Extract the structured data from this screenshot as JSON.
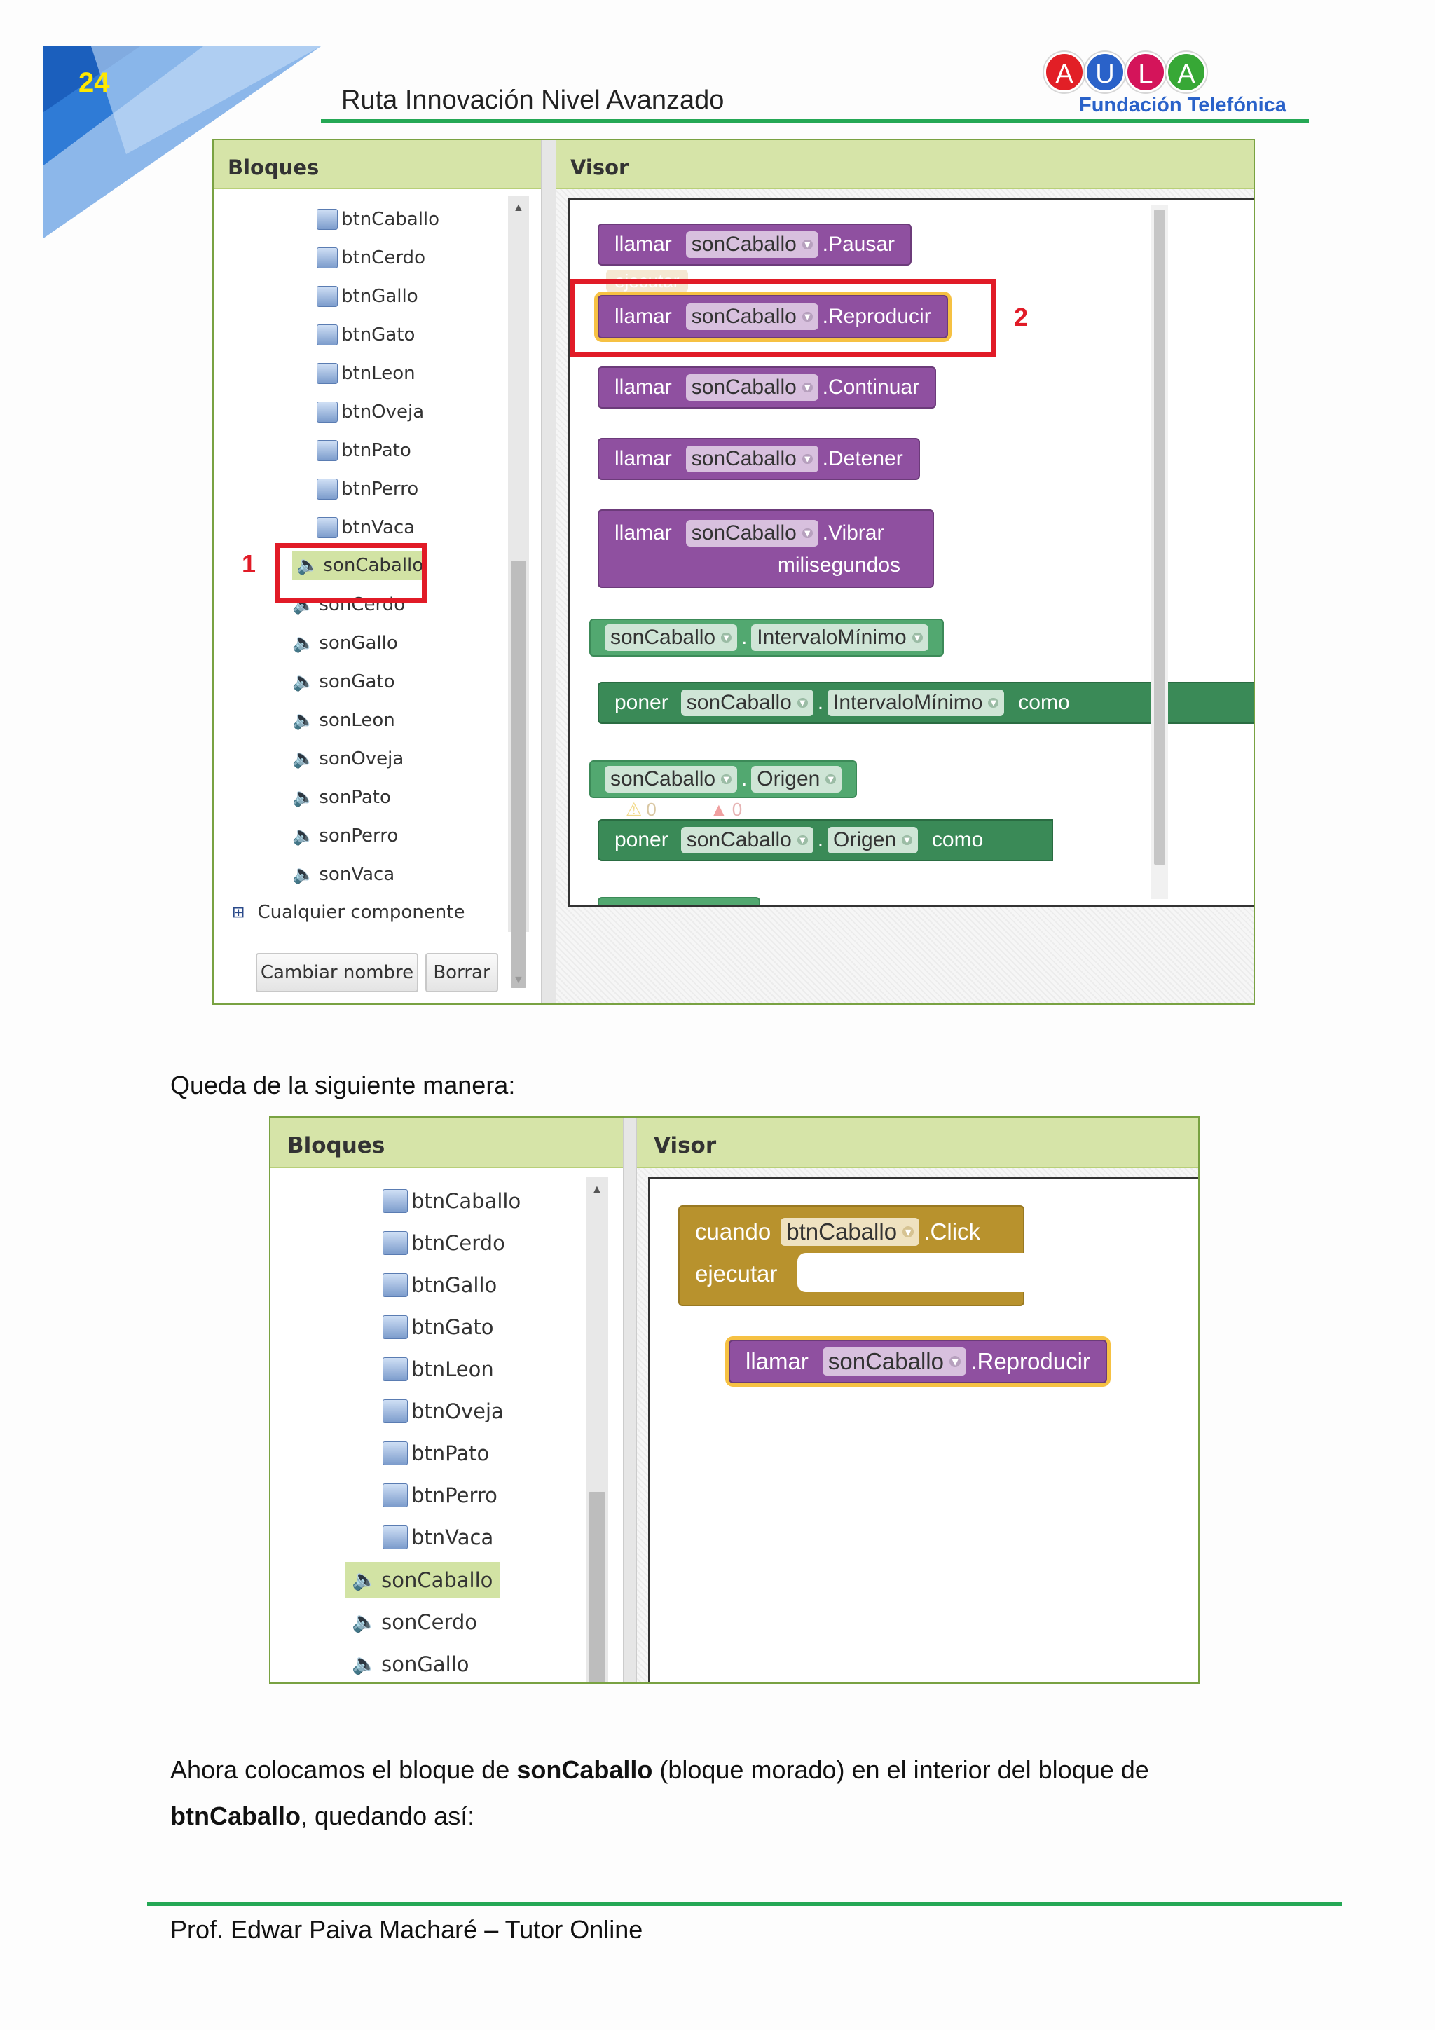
{
  "header": {
    "page_number": "24",
    "title": "Ruta Innovación Nivel Avanzado",
    "logo_letters": [
      "A",
      "U",
      "L",
      "A"
    ],
    "logo_colors": [
      "#e21f26",
      "#2a62c9",
      "#d4145a",
      "#37a836"
    ],
    "logo_subtitle": "Fundación Telefónica"
  },
  "screenshot1": {
    "blocks_header": "Bloques",
    "viewer_header": "Visor",
    "tree_items": [
      "btnCaballo",
      "btnCerdo",
      "btnGallo",
      "btnGato",
      "btnLeon",
      "btnOveja",
      "btnPato",
      "btnPerro",
      "btnVaca",
      "sonCaballo",
      "sonCerdo",
      "sonGallo",
      "sonGato",
      "sonLeon",
      "sonOveja",
      "sonPato",
      "sonPerro",
      "sonVaca"
    ],
    "any_component": "Cualquier componente",
    "rename_button": "Cambiar nombre",
    "delete_button": "Borrar",
    "marker_1": "1",
    "marker_2": "2",
    "blocks": {
      "call": "llamar",
      "component": "sonCaballo",
      "pause": ".Pausar",
      "play": ".Reproducir",
      "resume": ".Continuar",
      "stop": ".Detener",
      "vibrate": ".Vibrar",
      "milliseconds": "milisegundos",
      "min_interval": "IntervaloMínimo",
      "set": "poner",
      "to": "como",
      "source": "Origen",
      "dot": ".",
      "warnings": "0",
      "errors": "0",
      "hidden": "ejecutar"
    }
  },
  "caption1": "Queda de la siguiente manera:",
  "screenshot2": {
    "blocks_header": "Bloques",
    "viewer_header": "Visor",
    "tree_items": [
      "btnCaballo",
      "btnCerdo",
      "btnGallo",
      "btnGato",
      "btnLeon",
      "btnOveja",
      "btnPato",
      "btnPerro",
      "btnVaca",
      "sonCaballo",
      "sonCerdo",
      "sonGallo"
    ],
    "event_when": "cuando",
    "event_component": "btnCaballo",
    "event_name": ".Click",
    "event_do": "ejecutar",
    "call": "llamar",
    "call_component": "sonCaballo",
    "call_method": ".Reproducir"
  },
  "paragraph": {
    "part1": "Ahora colocamos el bloque de ",
    "bold1": "sonCaballo",
    "part2": " (bloque morado) en el interior del bloque de ",
    "bold2": "btnCaballo",
    "part3": ", quedando así:"
  },
  "footer": {
    "author": "Prof. Edwar Paiva Macharé – Tutor Online"
  }
}
